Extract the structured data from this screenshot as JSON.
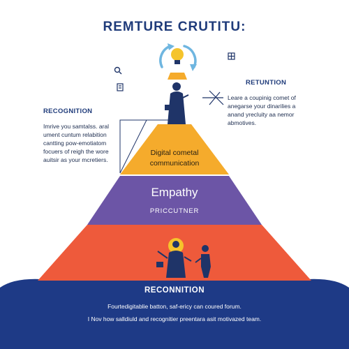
{
  "title": "REMTURE CRUTITU:",
  "left_note": {
    "heading": "RECOGNITION",
    "body": "Imrive you samtalss. aral\nument cuntum relabition\ncantting pow-emotiatom\nfocuers of reigh the wore\nauitsir as your mcretiers."
  },
  "right_note": {
    "heading": "RETUNTION",
    "body": "Leare a coupinig comet of\nanegarse your dinarilies a\nanand yrecluity aa nemor\nabmotives."
  },
  "pyramid": {
    "top_tier": "Digital cometal\ncommunication",
    "middle_tier_title": "Empathy",
    "middle_tier_sub": "PRICCUTNER"
  },
  "base": {
    "heading": "RECONNITION",
    "line1": "Fourtedigitablie batton, saf-ericy can coured forum.",
    "line2": "I Nov how salldiuld and recognitier preentara asit motivazed team."
  },
  "colors": {
    "title": "#1f3b7a",
    "top_tier": "#f5ab2c",
    "middle_tier": "#6c55a6",
    "bottom_tier": "#ee5a3b",
    "base": "#1e3a86",
    "figure": "#1f3468"
  },
  "icons": [
    "lightbulb-icon",
    "refresh-arrows-icon",
    "magnifier-icon",
    "document-icon",
    "grid-icon",
    "arrow-icon"
  ]
}
